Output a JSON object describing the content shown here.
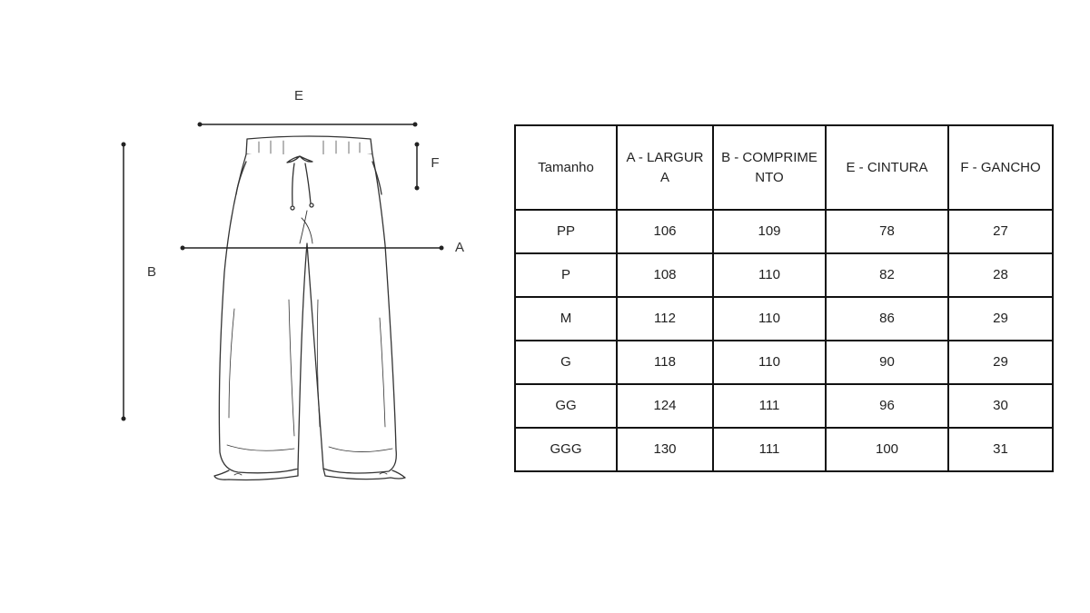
{
  "diagram": {
    "labels": {
      "e": "E",
      "f": "F",
      "a": "A",
      "b": "B"
    },
    "colors": {
      "stroke": "#333333"
    }
  },
  "size_table": {
    "headers": [
      "Tamanho",
      "A - LARGURA",
      "B - COMPRIMENTO",
      "E - CINTURA",
      "F - GANCHO"
    ],
    "rows": [
      [
        "PP",
        "106",
        "109",
        "78",
        "27"
      ],
      [
        "P",
        "108",
        "110",
        "82",
        "28"
      ],
      [
        "M",
        "112",
        "110",
        "86",
        "29"
      ],
      [
        "G",
        "118",
        "110",
        "90",
        "29"
      ],
      [
        "GG",
        "124",
        "111",
        "96",
        "30"
      ],
      [
        "GGG",
        "130",
        "111",
        "100",
        "31"
      ]
    ]
  }
}
